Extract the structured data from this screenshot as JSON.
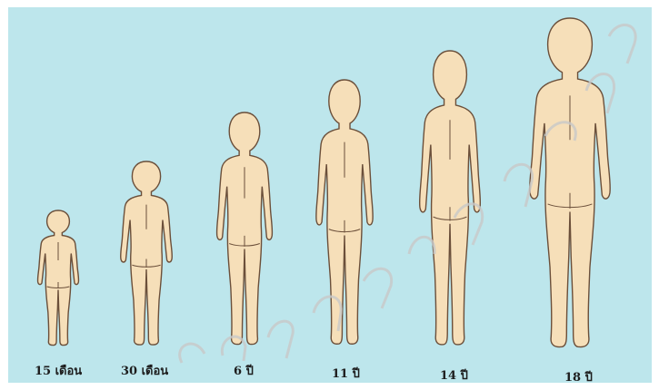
{
  "figure": {
    "labels": [
      "15 เดือน",
      "30 เดือน",
      "6 ปี",
      "11 ปี",
      "14 ปี",
      "18 ปี"
    ]
  },
  "colors": {
    "background": "#bde6ec",
    "skin": "#f6dfb9",
    "outline": "#6b4f3a",
    "watermark": "#c9c9c9"
  }
}
